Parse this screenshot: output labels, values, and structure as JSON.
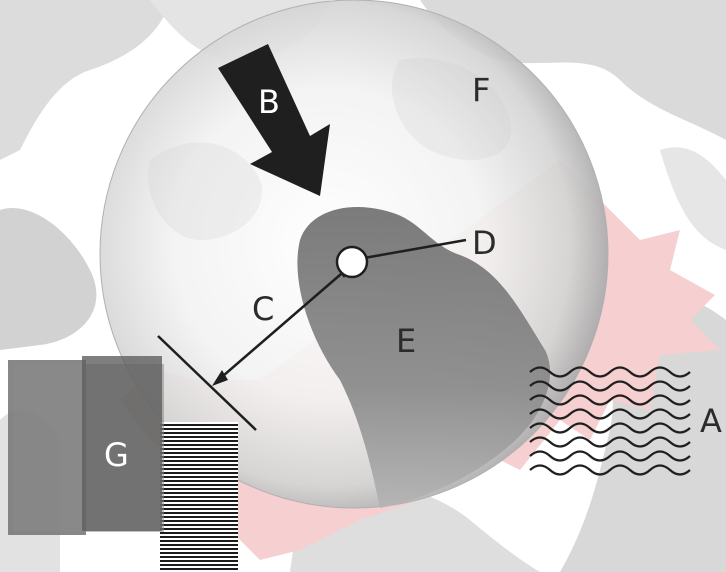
{
  "labels": {
    "a": "A",
    "b": "B",
    "c": "C",
    "d": "D",
    "e": "E",
    "f": "F",
    "g": "G"
  },
  "colors": {
    "background_blob": "#d6d6d6",
    "pink_region": "#f6cfd0",
    "sphere_edge": "#a9a9a9",
    "sphere_center": "#ffffff",
    "dark_region": "#7f7f7f",
    "arrow": "#1f1f1f",
    "label_dark": "#2b2b2b",
    "label_light": "#ffffff",
    "block": "#6e6e6e"
  },
  "icons": {
    "b": "down-right-arrow-icon",
    "a": "wavy-lines-icon"
  }
}
